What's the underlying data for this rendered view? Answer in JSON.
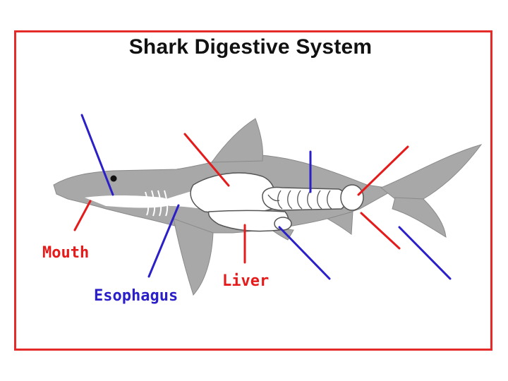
{
  "title": "Shark Digestive System",
  "labels": {
    "mouth": "Mouth",
    "esophagus": "Esophagus",
    "liver": "Liver"
  },
  "colors": {
    "frame": "#e52a2a",
    "red_label": "#e51b1b",
    "blue_label": "#2a1fc8",
    "shark_body": "#a8a8a8",
    "organ_fill": "#ffffff"
  }
}
